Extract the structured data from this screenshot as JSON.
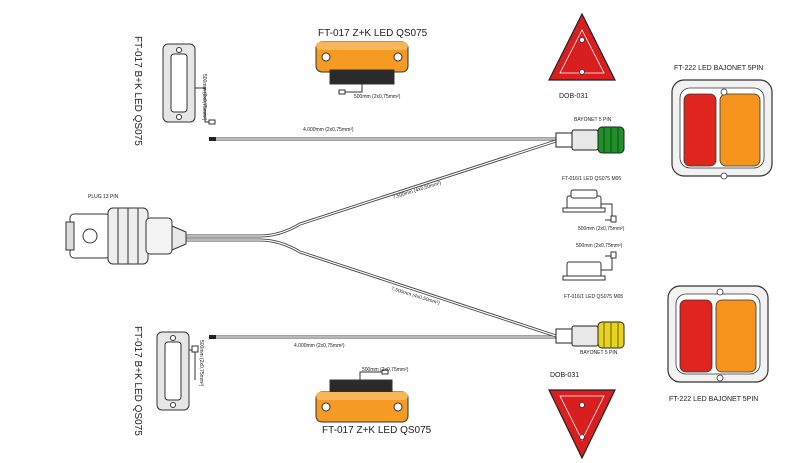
{
  "labels": {
    "top_marker": "FT-017 Z+K LED  QS075",
    "top_marker_cable": "500mm (2x0,75mm²)",
    "top_side_marker": "FT-017 B+K LED QS075",
    "top_side_cable": "500mm (2x0,75mm²)",
    "triangle_top": "DOB-031",
    "lamp_top": "FT-222 LED BAJONET 5PIN",
    "bayonet_top": "BAYONET 5 PIN",
    "cable_top": "4.000mm (2x0,75mm²)",
    "branch_top": "7.500mm (4x0,50mm²)",
    "plug": "PLUG 13 PIN",
    "clearance_top": "FT-016/1 LED QS075 M05",
    "clearance_top_cable": "500mm (2x0,75mm²)",
    "clearance_bottom_cable": "500mm (2x0,75mm²)",
    "clearance_bottom": "FT-016/1 LED QS075 M05",
    "branch_bottom": "7.500mm (4x0,50mm²)",
    "cable_bottom": "4.000mm (2x0,75mm²)",
    "bayonet_bottom": "BAYONET 5 PIN",
    "triangle_bottom": "DOB-031",
    "lamp_bottom": "FT-222 LED BAJONET 5PIN",
    "bottom_side_marker": "FT-017 B+K LED QS075",
    "bottom_side_cable": "500mm (2x0,75mm²)",
    "bottom_marker_cable": "500mm (2x0,75mm²)",
    "bottom_marker": "FT-017 Z+K LED  QS075"
  },
  "colors": {
    "amber": "#f59a23",
    "red": "#d81e1e",
    "lamp_red": "#e0251f",
    "lamp_amber": "#f7941d",
    "green_connector": "#1f8f2a",
    "yellow_connector": "#e8d41a",
    "outline": "#333333"
  }
}
